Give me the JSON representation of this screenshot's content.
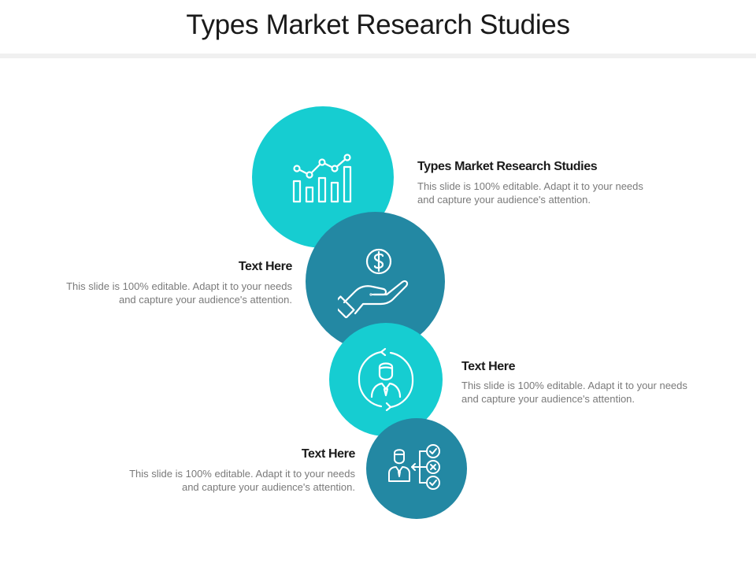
{
  "title": "Types Market Research Studies",
  "colors": {
    "teal": "#16cdd1",
    "dark_teal": "#2388a3",
    "icon_stroke": "#ffffff"
  },
  "items": [
    {
      "heading": "Types Market Research Studies",
      "description": "This slide is 100% editable. Adapt it to your needs and capture your audience's attention.",
      "icon": "growth-chart-icon",
      "color": "#16cdd1"
    },
    {
      "heading": "Text Here",
      "description": "This slide is 100% editable. Adapt it to your needs and capture your audience's attention.",
      "icon": "hand-dollar-icon",
      "color": "#2388a3"
    },
    {
      "heading": "Text Here",
      "description": "This slide is 100% editable. Adapt it to your needs and capture your audience's attention.",
      "icon": "user-cycle-icon",
      "color": "#16cdd1"
    },
    {
      "heading": "Text Here",
      "description": "This slide is 100% editable. Adapt it to your needs and capture your audience's attention.",
      "icon": "person-decision-icon",
      "color": "#2388a3"
    }
  ]
}
